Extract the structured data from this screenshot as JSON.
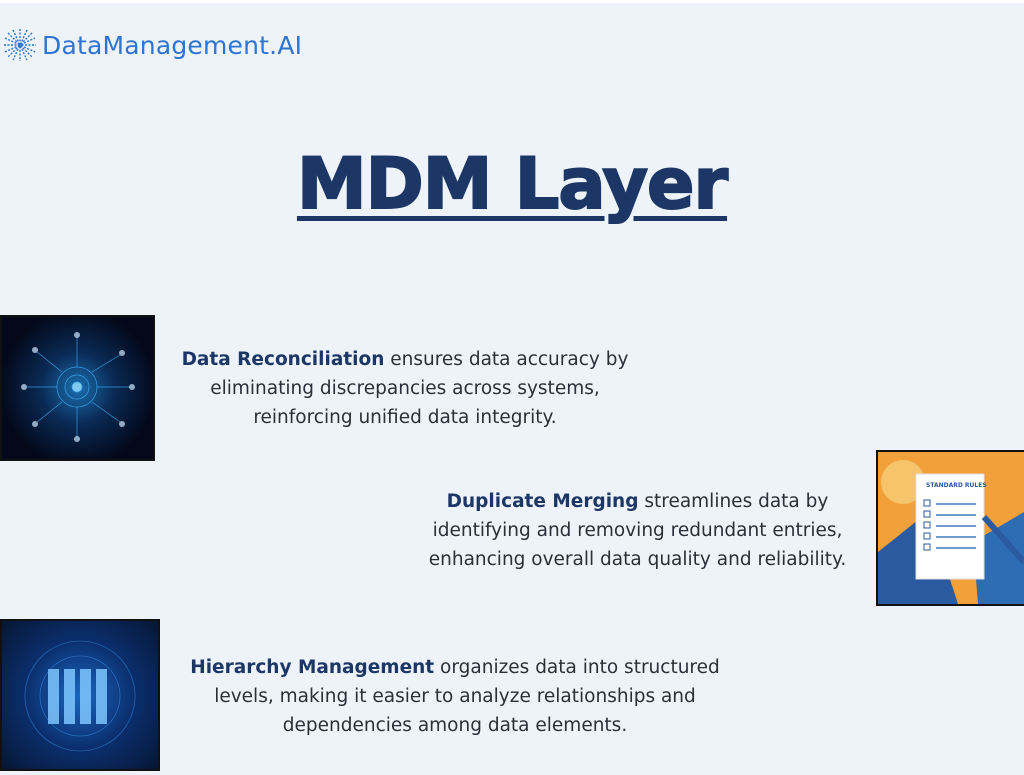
{
  "logo": {
    "text": "DataManagement.AI"
  },
  "title": "MDM Layer",
  "items": [
    {
      "term": "Data Reconciliation",
      "lines": [
        " ensures data accuracy by",
        "eliminating discrepancies across systems,",
        "reinforcing unified data integrity."
      ]
    },
    {
      "term": "Duplicate Merging",
      "lines": [
        " streamlines data by",
        "identifying and removing redundant entries,",
        "enhancing overall data quality and reliability."
      ]
    },
    {
      "term": "Hierarchy Management",
      "lines": [
        " organizes data into structured",
        "levels, making it easier to analyze relationships and",
        "dependencies among data elements."
      ]
    }
  ],
  "image2": {
    "caption": "STANDARD RULES"
  }
}
